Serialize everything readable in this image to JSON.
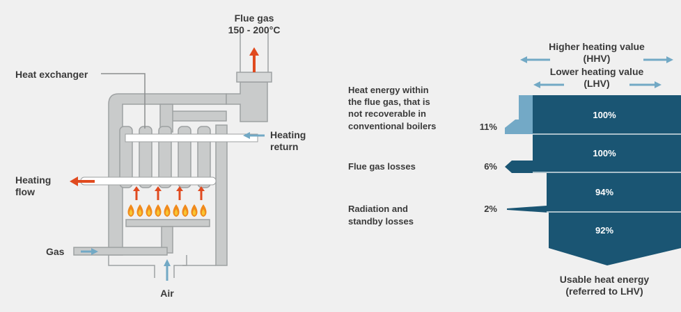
{
  "boiler": {
    "flue_gas_title": "Flue gas",
    "flue_gas_temp": "150 - 200°C",
    "heat_exchanger": "Heat exchanger",
    "heating_return_1": "Heating",
    "heating_return_2": "return",
    "heating_flow_1": "Heating",
    "heating_flow_2": "flow",
    "gas": "Gas",
    "air": "Air"
  },
  "energy": {
    "hhv_1": "Higher heating value",
    "hhv_2": "(HHV)",
    "lhv_1": "Lower heating value",
    "lhv_2": "(LHV)",
    "left_labels": {
      "unrecoverable_1": "Heat energy within",
      "unrecoverable_2": "the flue gas, that is",
      "unrecoverable_3": "not recoverable in",
      "unrecoverable_4": "conventional boilers",
      "flue_losses": "Flue gas losses",
      "radiation_1": "Radiation and",
      "radiation_2": "standby losses"
    },
    "loss_percents": {
      "unrecoverable": "11%",
      "flue": "6%",
      "radiation": "2%"
    },
    "segments": [
      {
        "label": "100%",
        "value": 100
      },
      {
        "label": "100%",
        "value": 100
      },
      {
        "label": "94%",
        "value": 94
      },
      {
        "label": "92%",
        "value": 92
      }
    ],
    "usable_1": "Usable heat energy",
    "usable_2": "(referred to LHV)"
  },
  "colors": {
    "background": "#f0f0f0",
    "boiler_fill": "#c9cbcb",
    "boiler_stroke": "#9ea1a2",
    "water_light": "#ffffff",
    "arrow_blue": "#72a9c5",
    "arrow_red": "#e04a1f",
    "flame_orange": "#f08a1c",
    "flame_yellow": "#f8c531",
    "sankey_dark": "#1a5573",
    "sankey_light": "#73a9c6"
  }
}
